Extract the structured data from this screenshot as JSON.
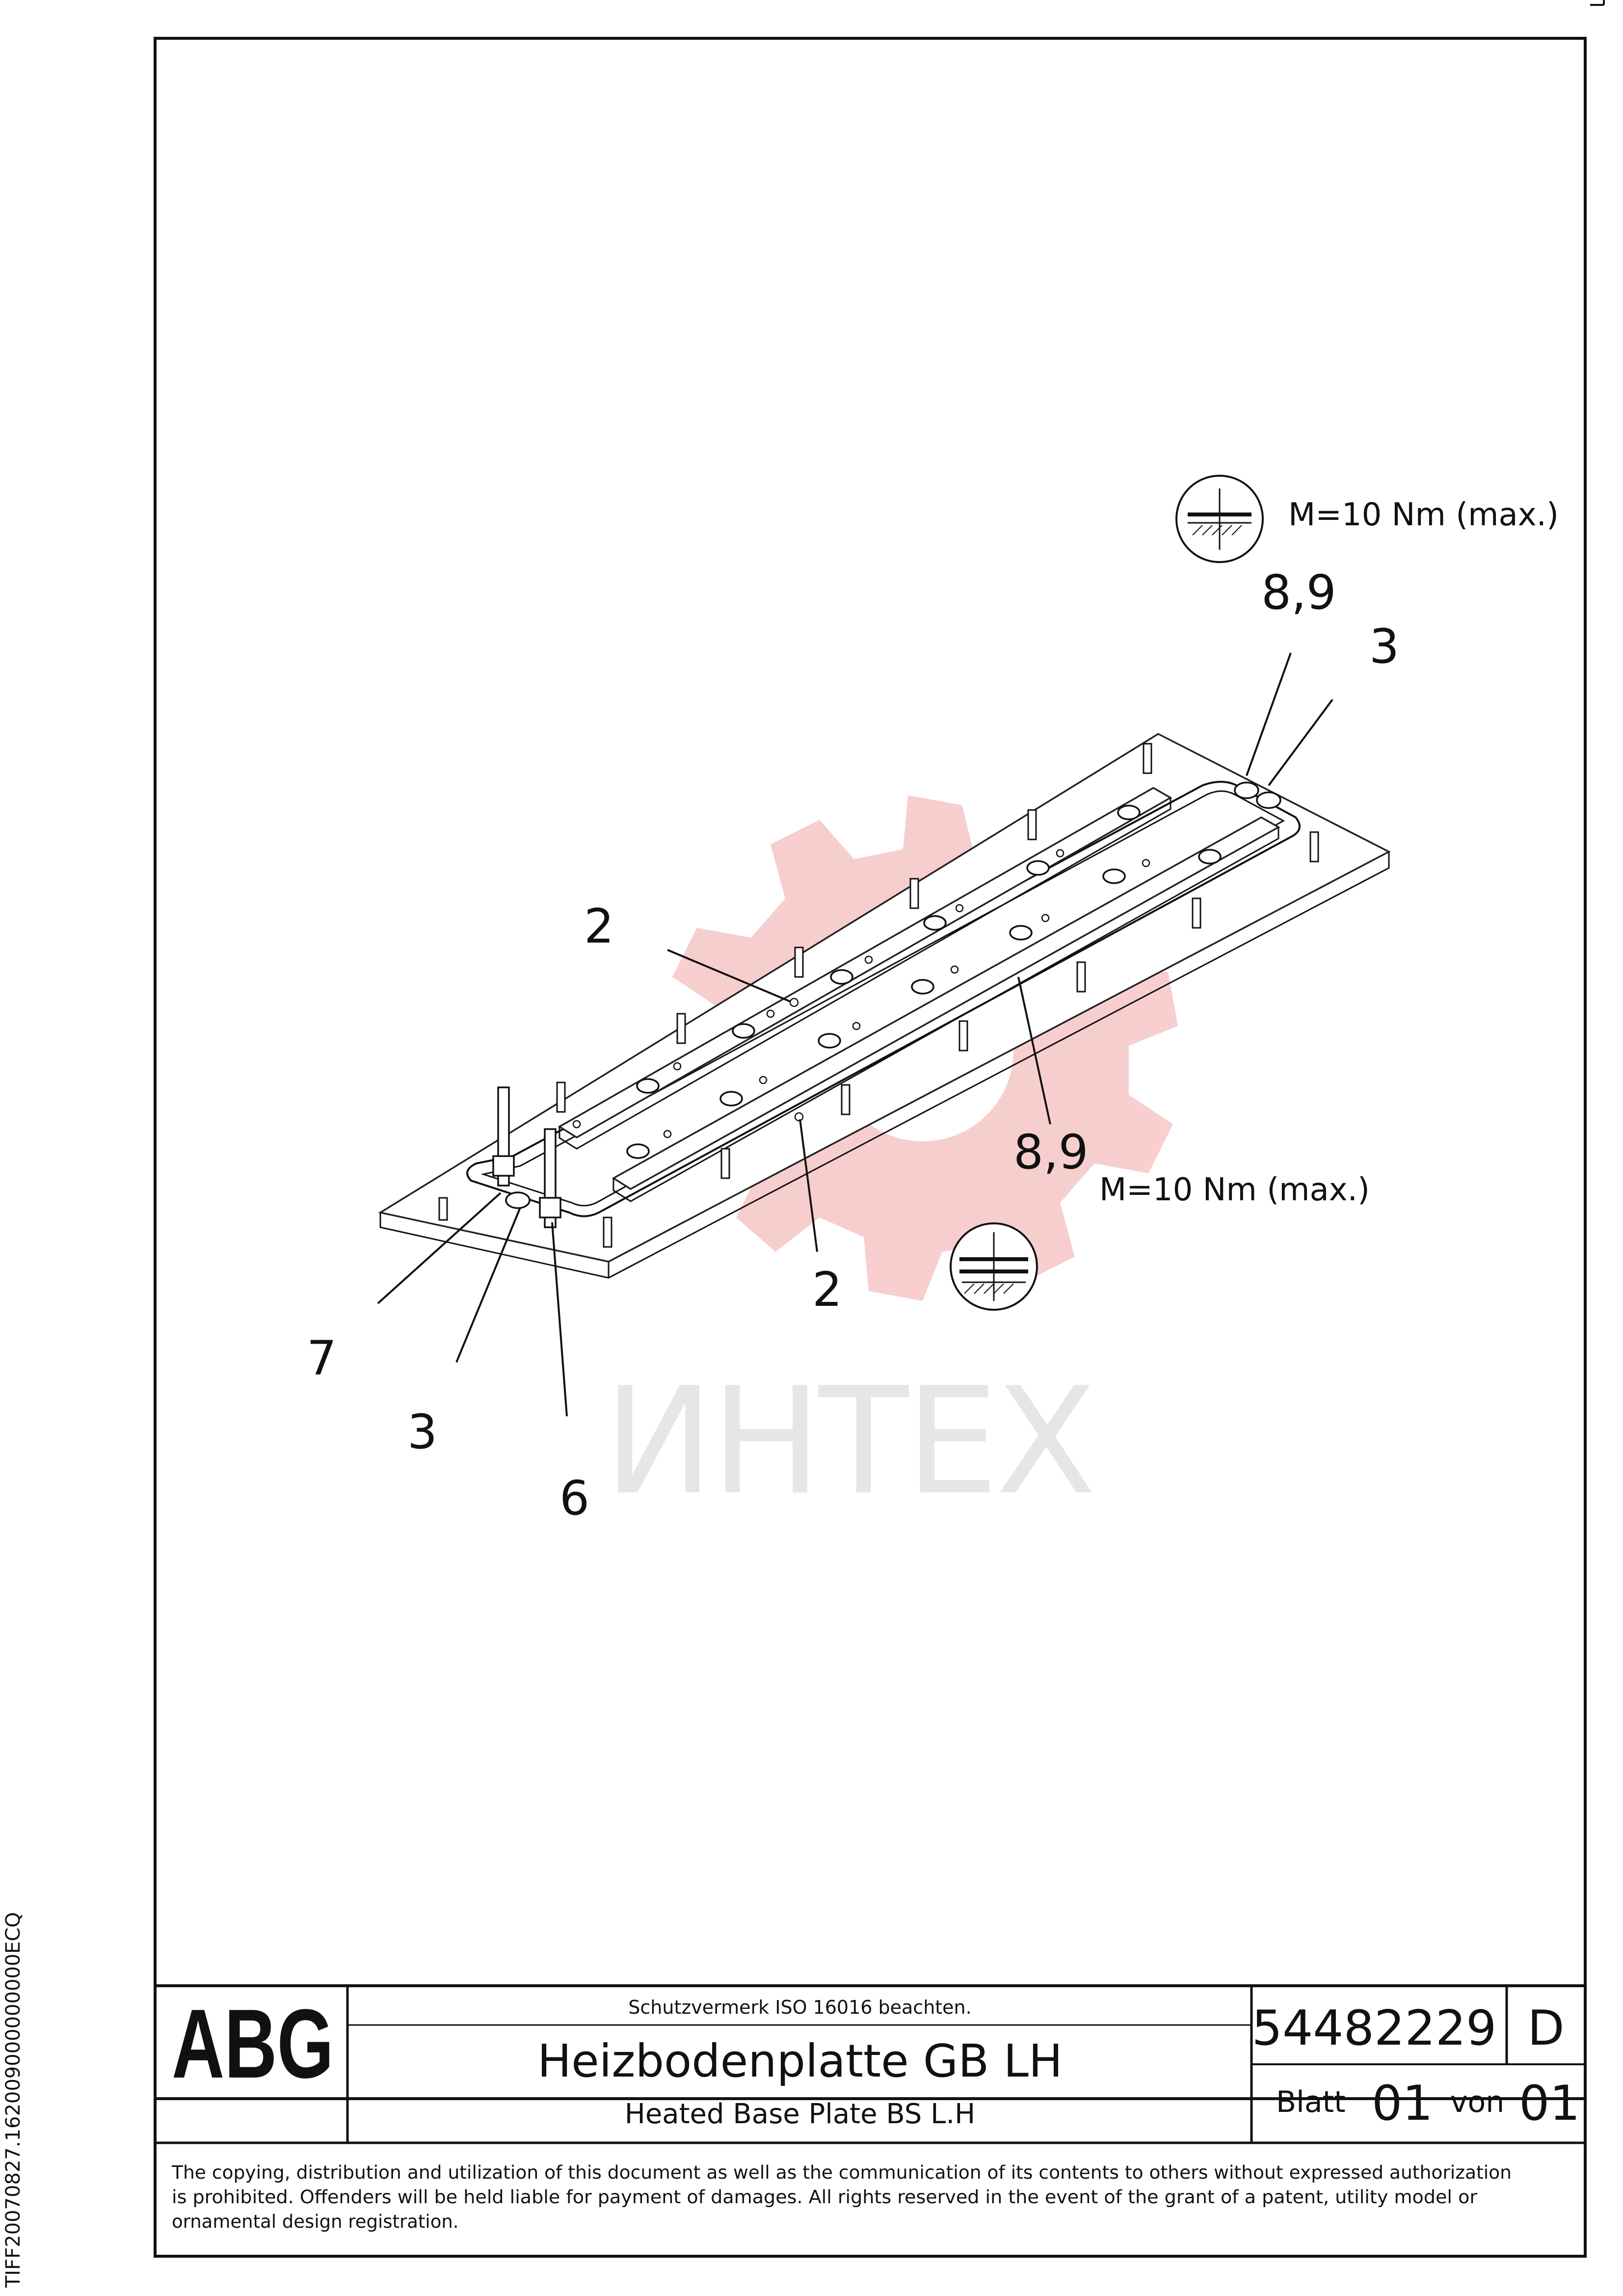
{
  "watermark": {
    "brand": "ИНТЕХ"
  },
  "callouts": {
    "top_torque": "M=10 Nm (max.)",
    "mid_torque": "M=10 Nm (max.)",
    "label_89_top": "8,9",
    "label_3_top": "3",
    "label_2_top": "2",
    "label_89_mid": "8,9",
    "label_2_bottom": "2",
    "label_7": "7",
    "label_3_bottom": "3",
    "label_6": "6"
  },
  "titleblock": {
    "logo": "ABG",
    "protection_note": "Schutzvermerk ISO 16016 beachten.",
    "title_de": "Heizbodenplatte GB LH",
    "title_en": "Heated Base Plate BS L.H",
    "part_number": "54482229",
    "revision": "D",
    "sheet_label": "Blatt",
    "sheet_no": "01",
    "of_label": "von",
    "sheet_total": "01",
    "disclaimer_lines": [
      "The copying, distribution and utilization of this document as well as the communication of its contents to others without expressed authorization",
      "is prohibited. Offenders will be held liable for payment of damages. All rights reserved in the event of the grant of a patent, utility model or",
      "ornamental design registration."
    ]
  },
  "side_code": "TIFF20070827.162009000000000ECQ",
  "colors": {
    "line": "#111111",
    "watermark_red": "#f7c9c9",
    "watermark_gray": "#e6e6e6"
  }
}
